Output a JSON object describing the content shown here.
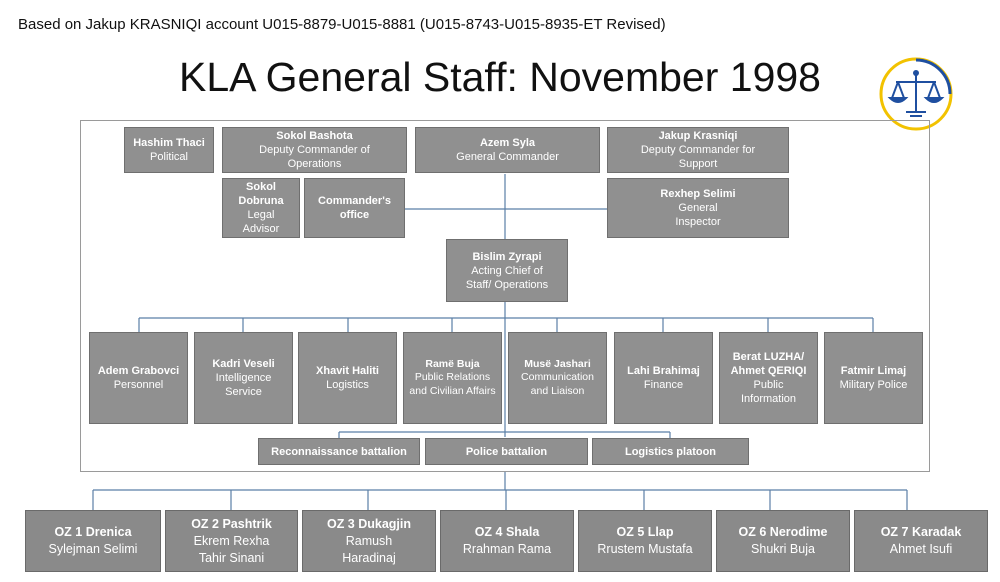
{
  "source_note": "Based on Jakup KRASNIQI account U015-8879-U015-8881 (U015-8743-U015-8935-ET Revised)",
  "title": "KLA General Staff: November 1998",
  "logo_icon": "scales-of-justice-icon",
  "colors": {
    "box_fill": "#909090",
    "line": "#5b7fa6",
    "logo_ring": "#f2c200",
    "logo_blue": "#1f4fa0"
  },
  "leadership": [
    {
      "name": "Hashim Thaci",
      "role": "Political"
    },
    {
      "name": "Sokol Bashota",
      "role": "Deputy Commander of Operations"
    },
    {
      "name": "Azem Syla",
      "role": "General Commander"
    },
    {
      "name": "Jakup Krasniqi",
      "role": "Deputy Commander for Support"
    },
    {
      "name": "Sokol Dobruna",
      "role": "Legal Advisor"
    },
    {
      "name": "Commander's office",
      "role": ""
    },
    {
      "name": "Rexhep Selimi",
      "role": "General Inspector"
    },
    {
      "name": "Bislim Zyrapi",
      "role": "Acting Chief of Staff/ Operations"
    }
  ],
  "directorates": [
    {
      "name": "Adem Grabovci",
      "role": "Personnel"
    },
    {
      "name": "Kadri Veseli",
      "role": "Intelligence Service"
    },
    {
      "name": "Xhavit Haliti",
      "role": "Logistics"
    },
    {
      "name": "Ramë Buja",
      "role": "Public Relations and Civilian Affairs"
    },
    {
      "name": "Musë Jashari",
      "role": "Communication and Liaison"
    },
    {
      "name": "Lahi Brahimaj",
      "role": "Finance"
    },
    {
      "name": "Berat LUZHA/ Ahmet QERIQI",
      "role": "Public Information"
    },
    {
      "name": "Fatmir Limaj",
      "role": "Military Police"
    }
  ],
  "units": [
    {
      "name": "Reconnaissance battalion"
    },
    {
      "name": "Police battalion"
    },
    {
      "name": "Logistics platoon"
    }
  ],
  "zones": [
    {
      "name": "OZ 1 Drenica",
      "commander": "Sylejman Selimi"
    },
    {
      "name": "OZ 2 Pashtrik",
      "commander": "Ekrem Rexha Tahir Sinani"
    },
    {
      "name": "OZ 3 Dukagjin",
      "commander": "Ramush Haradinaj"
    },
    {
      "name": "OZ 4 Shala",
      "commander": "Rrahman Rama"
    },
    {
      "name": "OZ 5 Llap",
      "commander": "Rrustem Mustafa"
    },
    {
      "name": "OZ 6 Nerodime",
      "commander": "Shukri Buja"
    },
    {
      "name": "OZ 7 Karadak",
      "commander": "Ahmet Isufi"
    }
  ]
}
